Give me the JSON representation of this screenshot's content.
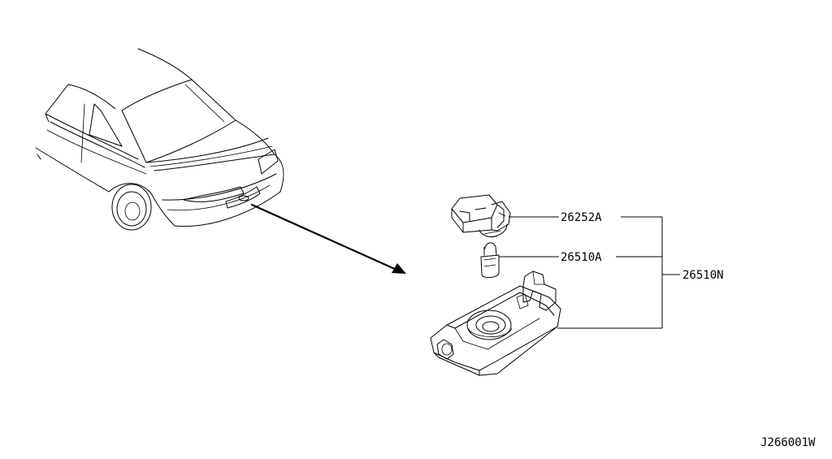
{
  "parts": {
    "socket": "26252A",
    "bulb": "26510A",
    "assembly": "26510N"
  },
  "diagram_code": "J266001W"
}
